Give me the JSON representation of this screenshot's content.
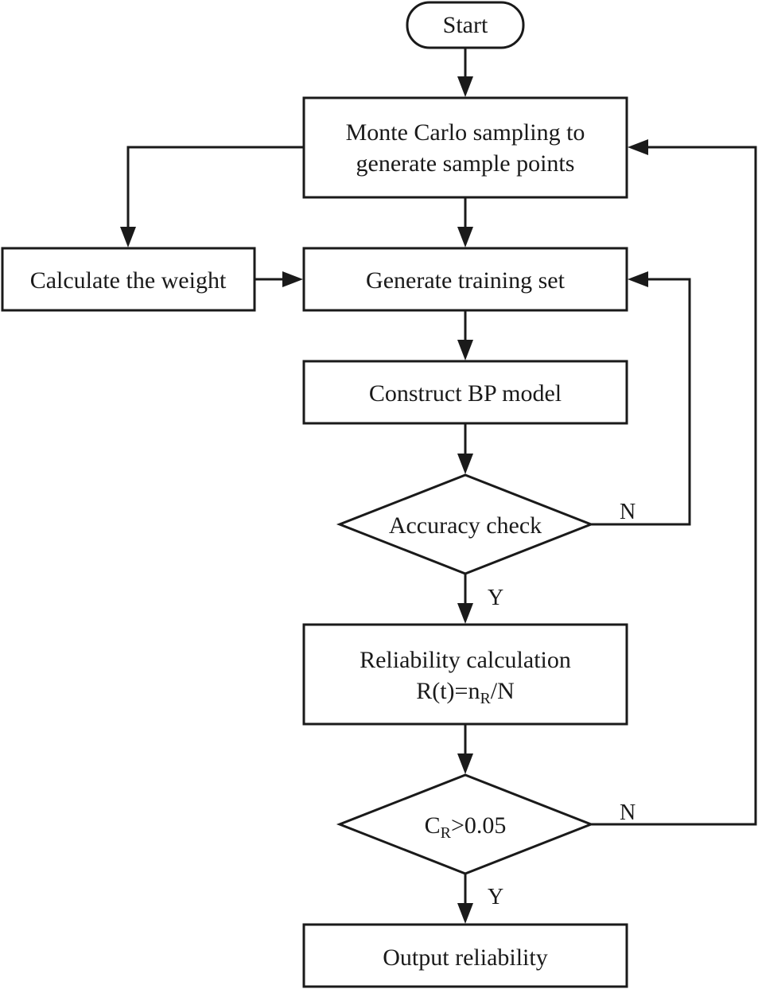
{
  "nodes": {
    "start": "Start",
    "sampling_line1": "Monte Carlo sampling to",
    "sampling_line2": "generate sample points",
    "calculate_weight": "Calculate the weight",
    "generate_training": "Generate training set",
    "construct_bp": "Construct BP model",
    "accuracy_check": "Accuracy check",
    "reliability_line1": "Reliability calculation",
    "reliability_formula": {
      "lhs": "R(t)=n",
      "subscript": "R",
      "rhs": "/N"
    },
    "cr_condition": {
      "symbol": "C",
      "subscript": "R",
      "rest": ">0.05"
    },
    "output": "Output reliability"
  },
  "edge_labels": {
    "accuracy_no": "N",
    "accuracy_yes": "Y",
    "cr_no": "N",
    "cr_yes": "Y"
  }
}
